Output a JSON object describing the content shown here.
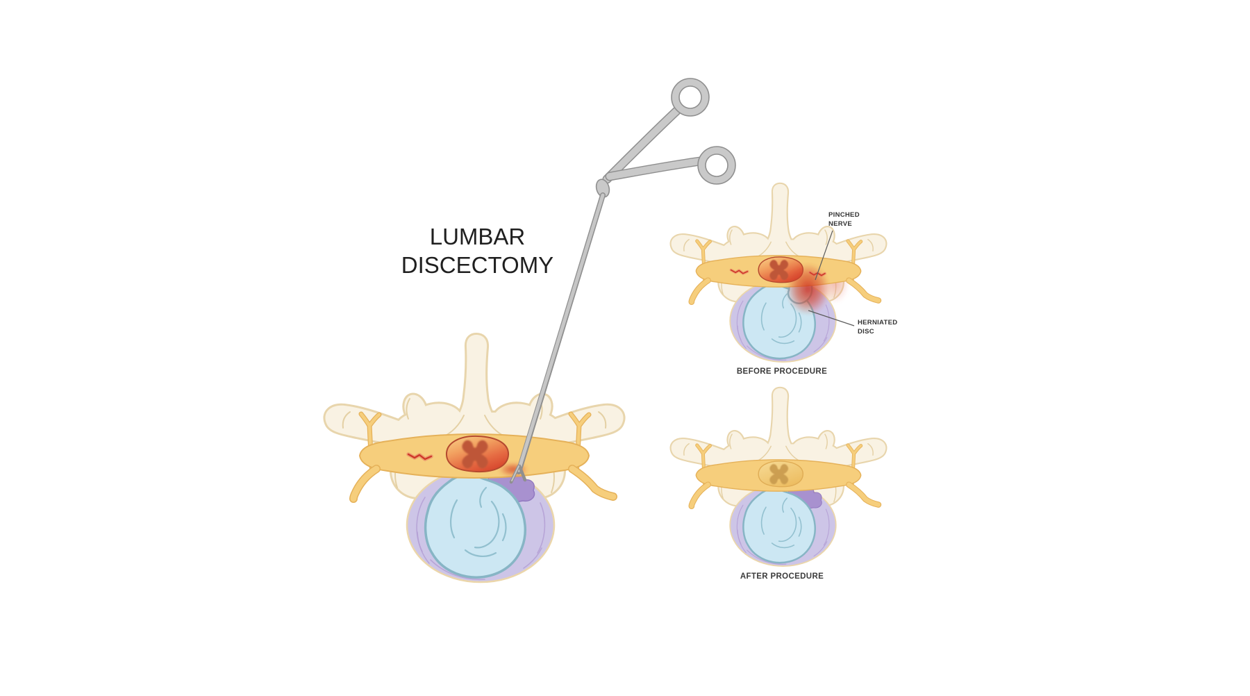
{
  "title": {
    "line1": "LUMBAR",
    "line2": "DISCECTOMY"
  },
  "annotations": {
    "pinched_nerve": {
      "line1": "PINCHED",
      "line2": "NERVE"
    },
    "herniated_disc": {
      "line1": "HERNIATED",
      "line2": "DISC"
    }
  },
  "panels": {
    "before": {
      "caption": "BEFORE PROCEDURE"
    },
    "after": {
      "caption": "AFTER PROCEDURE"
    }
  },
  "colors": {
    "background": "#FFFFFF",
    "bone_fill": "#F9F2E3",
    "bone_outline": "#E8D5AC",
    "nerve_yellow": "#F6CE7C",
    "nerve_outline": "#E5B159",
    "cord_orange": "#F2A160",
    "inflamed_red": "#D94C31",
    "cord_healthy_yellow": "#EFC167",
    "disc_annulus_lavender": "#CDC5E7",
    "disc_arc_purple": "#B5A1D5",
    "nucleus_blue": "#CCE7F3",
    "nucleus_outline": "#87B5C5",
    "herniation_purple": "#A78FCE",
    "instrument_gray": "#C9C9C9",
    "instrument_outline": "#8F8F8F",
    "text_dark": "#1F1F1F",
    "label_gray": "#333333"
  }
}
